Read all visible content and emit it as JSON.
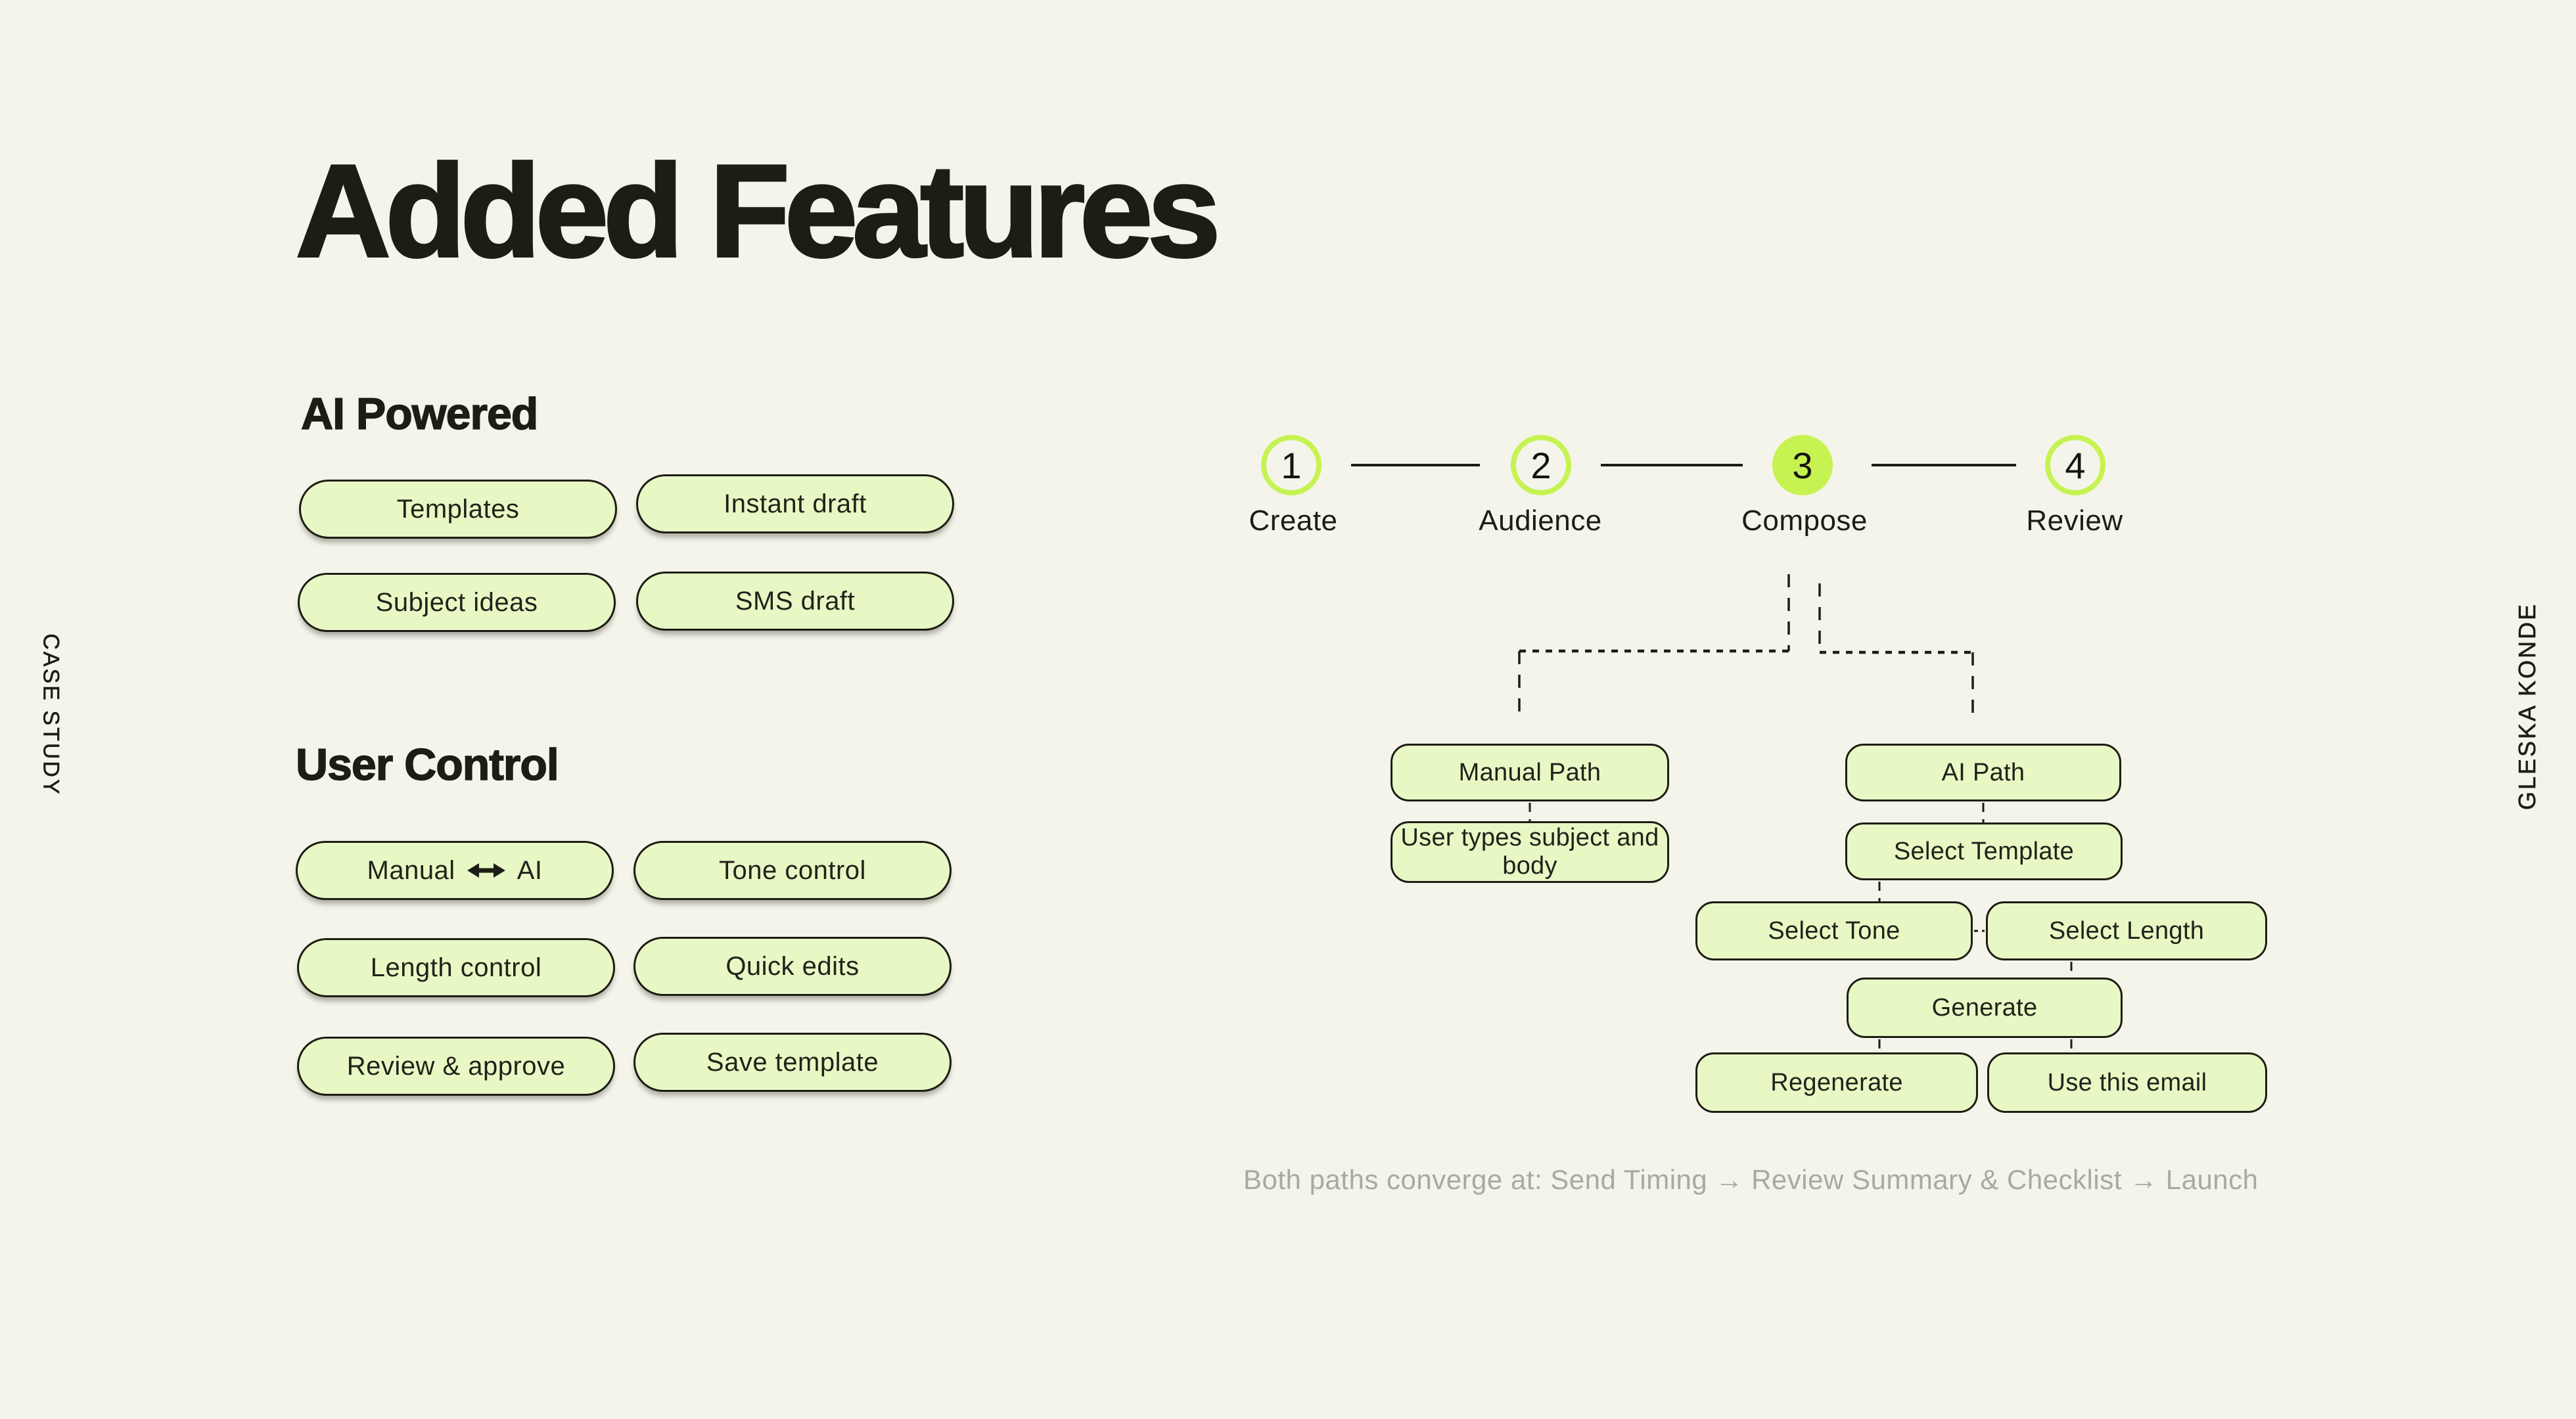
{
  "colors": {
    "background": "#F4F4EA",
    "ink": "#1D1D15",
    "pill_green": "#E8F8C4",
    "accent_lime": "#C6F351",
    "muted_gray": "#A9A9A0"
  },
  "side_labels": {
    "left": "CASE STUDY",
    "right": "GLESKA KONDE"
  },
  "title": "Added Features",
  "sections": {
    "ai": {
      "heading": "AI Powered",
      "pills": [
        "Templates",
        "Instant draft",
        "Subject ideas",
        "SMS draft"
      ]
    },
    "user": {
      "heading": "User Control",
      "manual_ai": {
        "left": "Manual",
        "right": "AI",
        "icon": "double-arrow-icon"
      },
      "pills": [
        "Tone control",
        "Length control",
        "Quick edits",
        "Review & approve",
        "Save template"
      ]
    }
  },
  "stepper": {
    "steps": [
      {
        "num": "1",
        "label": "Create",
        "active": false
      },
      {
        "num": "2",
        "label": "Audience",
        "active": false
      },
      {
        "num": "3",
        "label": "Compose",
        "active": true
      },
      {
        "num": "4",
        "label": "Review",
        "active": false
      }
    ]
  },
  "flow": {
    "boxes": {
      "manual_path": "Manual Path",
      "ai_path": "AI Path",
      "user_types": "User types subject and body",
      "select_template": "Select Template",
      "select_tone": "Select Tone",
      "select_length": "Select Length",
      "generate": "Generate",
      "regenerate": "Regenerate",
      "use_this_email": "Use this email"
    },
    "caption": "Both paths converge at: Send Timing → Review Summary & Checklist → Launch"
  }
}
